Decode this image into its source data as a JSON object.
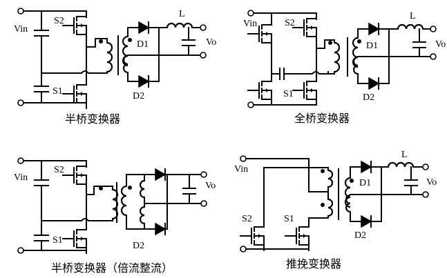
{
  "diagrams": [
    {
      "id": "half-bridge",
      "caption": "半桥变换器",
      "labels": {
        "vin": "Vin",
        "s2": "S2",
        "s1": "S1",
        "d1": "D1",
        "d2": "D2",
        "l": "L",
        "vo": "Vo"
      }
    },
    {
      "id": "full-bridge",
      "caption": "全桥变换器",
      "labels": {
        "vin": "Vin",
        "s2": "S2",
        "s1": "S1",
        "d1": "D1",
        "d2": "D2",
        "l": "L",
        "vo": "Vo"
      }
    },
    {
      "id": "half-bridge-current-doubler",
      "caption": "半桥变换器（倍流整流）",
      "labels": {
        "vin": "Vin",
        "s2": "S2",
        "s1": "S1",
        "d2": "D2",
        "vo": "Vo"
      }
    },
    {
      "id": "push-pull",
      "caption": "推挽变换器",
      "labels": {
        "vin": "Vin",
        "s2": "S2",
        "s1": "S1",
        "d1": "D1",
        "d2": "D2",
        "l": "L",
        "vo": "Vo"
      }
    }
  ]
}
